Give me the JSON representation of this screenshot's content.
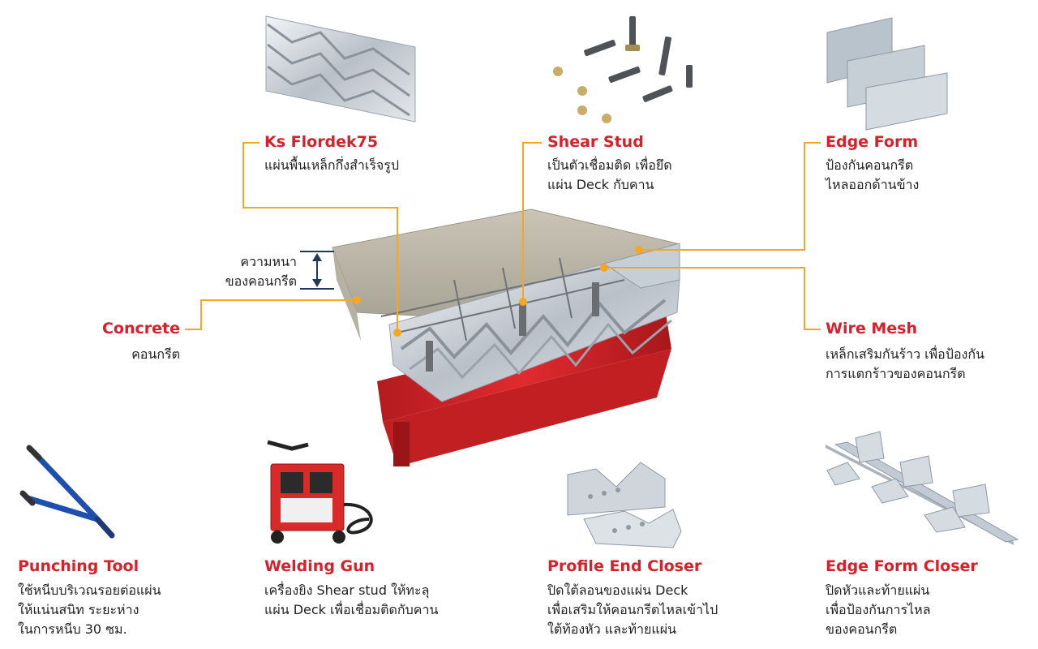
{
  "colors": {
    "accent": "#d8202a",
    "leader": "#f5a623",
    "steel_beam": "#d92a2a"
  },
  "components": {
    "ks_flordek": {
      "title": "Ks Flordek75",
      "desc": [
        "แผ่นพื้นเหล็กกึ่งสำเร็จรูป"
      ]
    },
    "shear_stud": {
      "title": "Shear Stud",
      "desc": [
        "เป็นตัวเชื่อมติด เพื่อยึด",
        "แผ่น Deck กับคาน"
      ]
    },
    "edge_form": {
      "title": "Edge Form",
      "desc": [
        "ป้องกันคอนกรีต",
        "ไหลออกด้านข้าง"
      ]
    },
    "concrete": {
      "title": "Concrete",
      "desc": [
        "คอนกรีต"
      ]
    },
    "wire_mesh": {
      "title": "Wire Mesh",
      "desc": [
        "เหล็กเสริมกันร้าว เพื่อป้องกัน",
        "การแตกร้าวของคอนกรีต"
      ]
    },
    "punching_tool": {
      "title": "Punching Tool",
      "desc": [
        "ใช้หนีบบริเวณรอยต่อแผ่น",
        "ให้แน่นสนิท ระยะห่าง",
        "ในการหนีบ 30 ซม."
      ]
    },
    "welding_gun": {
      "title": "Welding Gun",
      "desc": [
        "เครื่องยิง Shear stud ให้ทะลุ",
        "แผ่น Deck เพื่อเชื่อมติดกับคาน"
      ]
    },
    "profile_end_closer": {
      "title": "Profile End Closer",
      "desc": [
        "ปิดใต้ลอนของแผ่น Deck",
        "เพื่อเสริมให้คอนกรีตไหลเข้าไป",
        "ใต้ท้องหัว และท้ายแผ่น"
      ]
    },
    "edge_form_closer": {
      "title": "Edge Form Closer",
      "desc": [
        "ปิดหัวและท้ายแผ่น",
        "เพื่อป้องกันการไหล",
        "ของคอนกรีต"
      ]
    }
  },
  "thickness_label": [
    "ความหนา",
    "ของคอนกรีต"
  ]
}
